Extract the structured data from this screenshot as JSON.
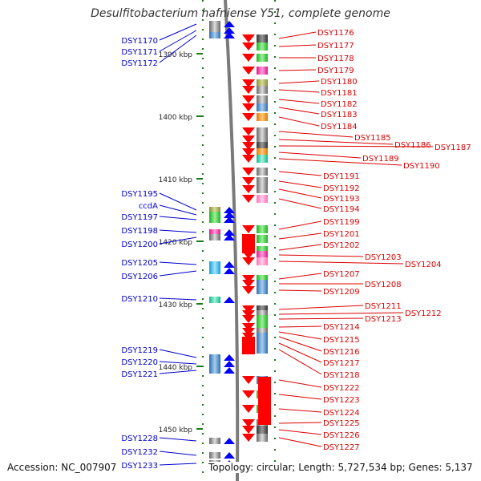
{
  "title": "Desulfitobacterium hafniense Y51, complete genome",
  "footer": {
    "accession_label": "Accession:",
    "accession": "NC_007907",
    "topology_label": "Topology:",
    "topology": "circular",
    "length_label": "Length:",
    "length": "5,727,534 bp",
    "genes_label": "Genes:",
    "genes": "5,137"
  },
  "colors": {
    "forward_label": "#0000cc",
    "reverse_label": "#dd0000",
    "forward_gene": "#0000ff",
    "reverse_gene": "#ff0000",
    "axis": "#888888",
    "tick": "#1b7a1b"
  },
  "scale": [
    {
      "label": "1390 kbp",
      "kbp": 1390
    },
    {
      "label": "1400 kbp",
      "kbp": 1400
    },
    {
      "label": "1410 kbp",
      "kbp": 1410
    },
    {
      "label": "1420 kbp",
      "kbp": 1420
    },
    {
      "label": "1430 kbp",
      "kbp": 1430
    },
    {
      "label": "1440 kbp",
      "kbp": 1440
    },
    {
      "label": "1450 kbp",
      "kbp": 1450
    }
  ],
  "forward_genes": [
    {
      "label": "DSY1170"
    },
    {
      "label": "DSY1171"
    },
    {
      "label": "DSY1172"
    },
    {
      "label": "DSY1195"
    },
    {
      "label": "ccdA"
    },
    {
      "label": "DSY1197"
    },
    {
      "label": "DSY1198"
    },
    {
      "label": "DSY1200"
    },
    {
      "label": "DSY1205"
    },
    {
      "label": "DSY1206"
    },
    {
      "label": "DSY1210"
    },
    {
      "label": "DSY1219"
    },
    {
      "label": "DSY1220"
    },
    {
      "label": "DSY1221"
    },
    {
      "label": "DSY1228"
    },
    {
      "label": "DSY1232"
    },
    {
      "label": "DSY1233"
    }
  ],
  "reverse_genes": [
    {
      "label": "DSY1176"
    },
    {
      "label": "DSY1177"
    },
    {
      "label": "DSY1178"
    },
    {
      "label": "DSY1179"
    },
    {
      "label": "DSY1180"
    },
    {
      "label": "DSY1181"
    },
    {
      "label": "DSY1182"
    },
    {
      "label": "DSY1183"
    },
    {
      "label": "DSY1184"
    },
    {
      "label": "DSY1185"
    },
    {
      "label": "DSY1186"
    },
    {
      "label": "DSY1187"
    },
    {
      "label": "DSY1189"
    },
    {
      "label": "DSY1190"
    },
    {
      "label": "DSY1191"
    },
    {
      "label": "DSY1192"
    },
    {
      "label": "DSY1193"
    },
    {
      "label": "DSY1194"
    },
    {
      "label": "DSY1199"
    },
    {
      "label": "DSY1201"
    },
    {
      "label": "DSY1202"
    },
    {
      "label": "DSY1203"
    },
    {
      "label": "DSY1204"
    },
    {
      "label": "DSY1207"
    },
    {
      "label": "DSY1208"
    },
    {
      "label": "DSY1209"
    },
    {
      "label": "DSY1211"
    },
    {
      "label": "DSY1212"
    },
    {
      "label": "DSY1213"
    },
    {
      "label": "DSY1214"
    },
    {
      "label": "DSY1215"
    },
    {
      "label": "DSY1216"
    },
    {
      "label": "DSY1217"
    },
    {
      "label": "DSY1218"
    },
    {
      "label": "DSY1222"
    },
    {
      "label": "DSY1223"
    },
    {
      "label": "DSY1224"
    },
    {
      "label": "DSY1225"
    },
    {
      "label": "DSY1226"
    },
    {
      "label": "DSY1227"
    }
  ]
}
